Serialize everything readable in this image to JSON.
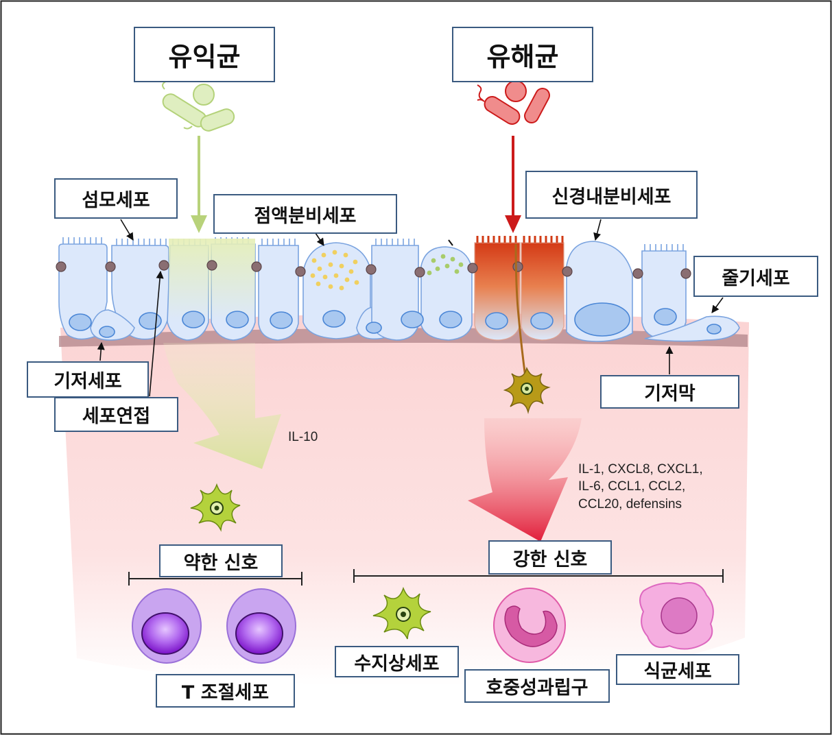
{
  "labels": {
    "beneficial_bacteria": "유익균",
    "harmful_bacteria": "유해균",
    "ciliated_cell": "섬모세포",
    "goblet_cell": "점액분비세포",
    "neuroendocrine_cell": "신경내분비세포",
    "stem_cell": "줄기세포",
    "basal_cell": "기저세포",
    "cell_junction": "세포연접",
    "basement_membrane": "기저막",
    "weak_signal": "약한 신호",
    "strong_signal": "강한 신호",
    "t_regulatory_cell": "T 조절세포",
    "dendritic_cell": "수지상세포",
    "neutrophil": "호중성과립구",
    "macrophage": "식균세포"
  },
  "cytokines": {
    "weak": "IL-10",
    "strong_lines": [
      "IL-1, CXCL8, CXCL1,",
      "IL-6, CCL1, CCL2,",
      "CCL20, defensins"
    ]
  },
  "colors": {
    "label_border": "#3a5a80",
    "beneficial": "#b8d27a",
    "harmful": "#cc1a1a",
    "epithelium": "#dce8fb",
    "epithelium_outline": "#7aa3df",
    "tissue": "#fbd6d6",
    "t_cell": "#b98ee8"
  }
}
